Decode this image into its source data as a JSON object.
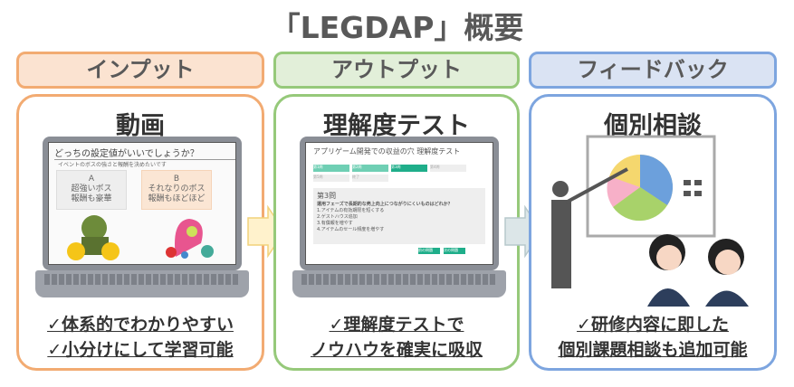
{
  "title": "「LEGDAP」概要",
  "columns": [
    {
      "header": "インプット",
      "subtitle": "動画",
      "points": [
        "✓体系的でわかりやすい",
        "✓小分けにして学習可能"
      ],
      "fill": "#fbe3d1",
      "border": "#f2ab72",
      "screen": {
        "title": "どっちの設定値がいいでしょうか？",
        "subtitle": "イベントのボスの強さと報酬を決めたいです",
        "option_a": [
          "A",
          "超強いボス",
          "報酬も豪華"
        ],
        "option_b": [
          "B",
          "それなりのボス",
          "報酬もほどほど"
        ]
      }
    },
    {
      "header": "アウトプット",
      "subtitle": "理解度テスト",
      "points": [
        "✓理解度テストで",
        "ノウハウを確実に吸収"
      ],
      "fill": "#e2efd9",
      "border": "#96c97a",
      "screen": {
        "title": "アプリゲーム開発での収益の穴 理解度テスト",
        "tabs": [
          "第1問",
          "第2問",
          "第3問",
          "第4問",
          "第5問",
          "終了"
        ],
        "question_no": "第3問",
        "question": "運用フェーズで長期的な売上向上につながりにくいものはどれか？",
        "choices": [
          "1.アイテムの有効期限を短くする",
          "2.ゲストハウス追加",
          "3.有償報を増やす",
          "4.アイテムのセール頻度を増やす"
        ],
        "buttons": [
          "前の問題",
          "次の問題"
        ]
      }
    },
    {
      "header": "フィードバック",
      "subtitle": "個別相談",
      "points": [
        "✓研修内容に即した",
        "個別課題相談も追加可能"
      ],
      "fill": "#dae3f3",
      "border": "#7da5df"
    }
  ]
}
